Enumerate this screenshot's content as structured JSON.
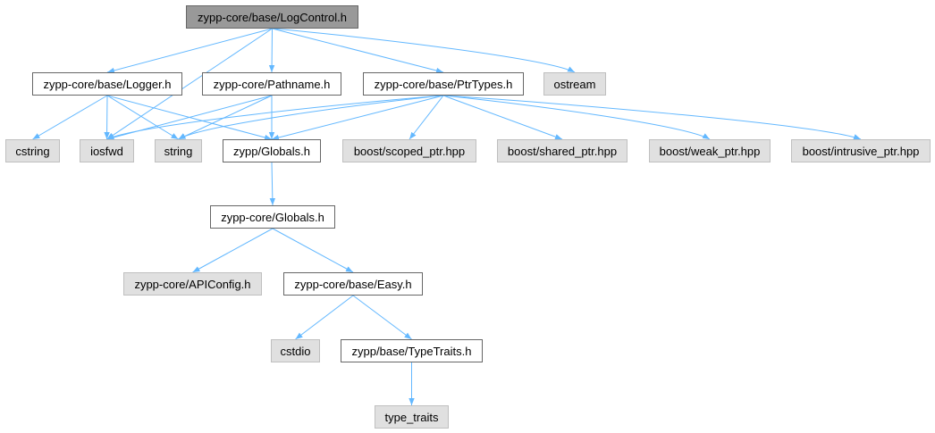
{
  "graph": {
    "root": "zypp-core/base/LogControl.h",
    "nodes": [
      {
        "id": "logcontrol",
        "label": "zypp-core/base/LogControl.h",
        "kind": "root"
      },
      {
        "id": "logger",
        "label": "zypp-core/base/Logger.h",
        "kind": "documented"
      },
      {
        "id": "pathname",
        "label": "zypp-core/Pathname.h",
        "kind": "documented"
      },
      {
        "id": "ptrtypes",
        "label": "zypp-core/base/PtrTypes.h",
        "kind": "documented"
      },
      {
        "id": "ostream",
        "label": "ostream",
        "kind": "external"
      },
      {
        "id": "cstring",
        "label": "cstring",
        "kind": "external"
      },
      {
        "id": "iosfwd",
        "label": "iosfwd",
        "kind": "external"
      },
      {
        "id": "string",
        "label": "string",
        "kind": "external"
      },
      {
        "id": "zyppglobals",
        "label": "zypp/Globals.h",
        "kind": "documented"
      },
      {
        "id": "scoped",
        "label": "boost/scoped_ptr.hpp",
        "kind": "external"
      },
      {
        "id": "shared",
        "label": "boost/shared_ptr.hpp",
        "kind": "external"
      },
      {
        "id": "weak",
        "label": "boost/weak_ptr.hpp",
        "kind": "external"
      },
      {
        "id": "intrusive",
        "label": "boost/intrusive_ptr.hpp",
        "kind": "external"
      },
      {
        "id": "coreglobals",
        "label": "zypp-core/Globals.h",
        "kind": "documented"
      },
      {
        "id": "apiconfig",
        "label": "zypp-core/APIConfig.h",
        "kind": "external"
      },
      {
        "id": "easy",
        "label": "zypp-core/base/Easy.h",
        "kind": "documented"
      },
      {
        "id": "cstdio",
        "label": "cstdio",
        "kind": "external"
      },
      {
        "id": "typetraits",
        "label": "zypp/base/TypeTraits.h",
        "kind": "documented"
      },
      {
        "id": "type_traits",
        "label": "type_traits",
        "kind": "external"
      }
    ],
    "edges": [
      [
        "logcontrol",
        "logger"
      ],
      [
        "logcontrol",
        "pathname"
      ],
      [
        "logcontrol",
        "ptrtypes"
      ],
      [
        "logcontrol",
        "ostream"
      ],
      [
        "logcontrol",
        "iosfwd"
      ],
      [
        "logger",
        "cstring"
      ],
      [
        "logger",
        "iosfwd"
      ],
      [
        "logger",
        "string"
      ],
      [
        "logger",
        "zyppglobals"
      ],
      [
        "pathname",
        "iosfwd"
      ],
      [
        "pathname",
        "string"
      ],
      [
        "pathname",
        "zyppglobals"
      ],
      [
        "ptrtypes",
        "iosfwd"
      ],
      [
        "ptrtypes",
        "string"
      ],
      [
        "ptrtypes",
        "zyppglobals"
      ],
      [
        "ptrtypes",
        "scoped"
      ],
      [
        "ptrtypes",
        "shared"
      ],
      [
        "ptrtypes",
        "weak"
      ],
      [
        "ptrtypes",
        "intrusive"
      ],
      [
        "zyppglobals",
        "coreglobals"
      ],
      [
        "coreglobals",
        "apiconfig"
      ],
      [
        "coreglobals",
        "easy"
      ],
      [
        "easy",
        "cstdio"
      ],
      [
        "easy",
        "typetraits"
      ],
      [
        "typetraits",
        "type_traits"
      ]
    ]
  },
  "colors": {
    "root_fill": "#999999",
    "documented_fill": "#ffffff",
    "external_fill": "#e0e0e0",
    "edge": "#63b8ff"
  }
}
